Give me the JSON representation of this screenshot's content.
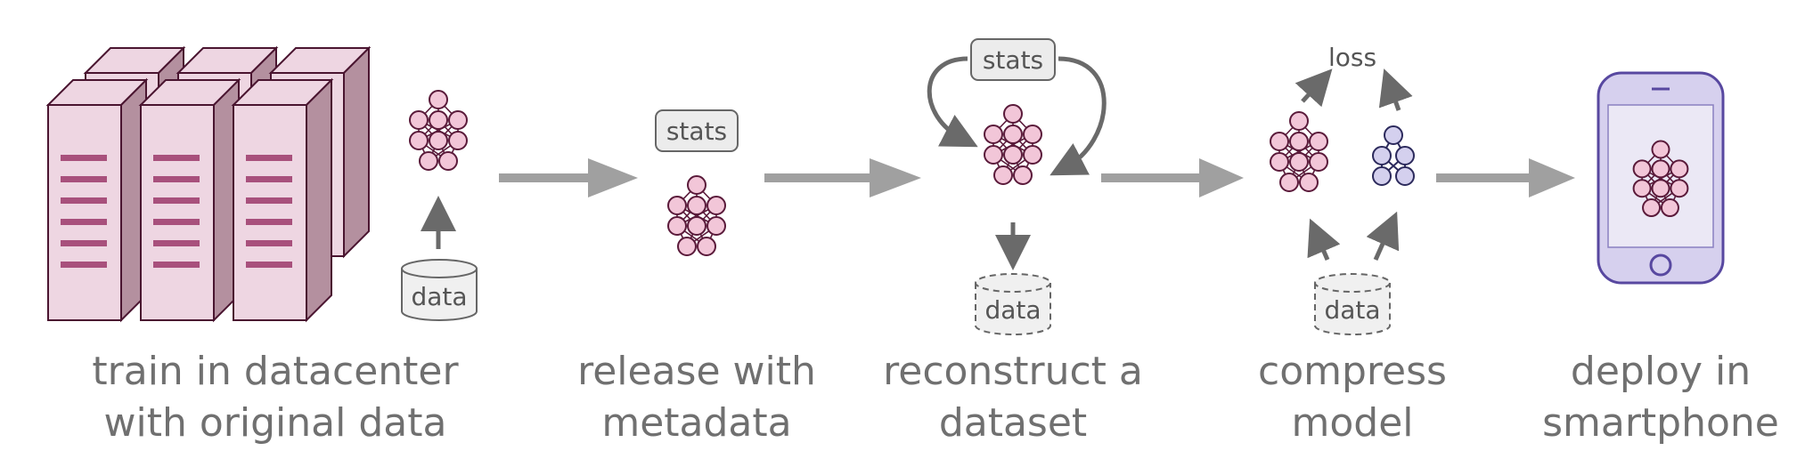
{
  "steps": [
    {
      "caption_line1": "train in datacenter",
      "caption_line2": "with original data"
    },
    {
      "caption_line1": "release with",
      "caption_line2": "metadata"
    },
    {
      "caption_line1": "reconstruct a",
      "caption_line2": "dataset"
    },
    {
      "caption_line1": "compress",
      "caption_line2": "model"
    },
    {
      "caption_line1": "deploy in",
      "caption_line2": "smartphone"
    }
  ],
  "labels": {
    "data": "data",
    "stats": "stats",
    "loss": "loss"
  },
  "colors": {
    "server_fill": "#eed6e2",
    "server_dark": "#b4909f",
    "server_edge": "#4a1530",
    "server_stripe": "#a8507c",
    "teacher_node": "#f2c6d8",
    "teacher_edge": "#5a1a3a",
    "student_node": "#d4d0ee",
    "student_edge": "#2c2a5c",
    "arrow": "#a0a0a0",
    "arrow_small": "#6a6a6a",
    "phone_fill": "#d6d0ee",
    "phone_edge": "#5848a0",
    "phone_screen": "#ebe8f5"
  },
  "icons": [
    "server-rack-icon",
    "neural-network-icon",
    "database-icon",
    "smartphone-icon"
  ]
}
